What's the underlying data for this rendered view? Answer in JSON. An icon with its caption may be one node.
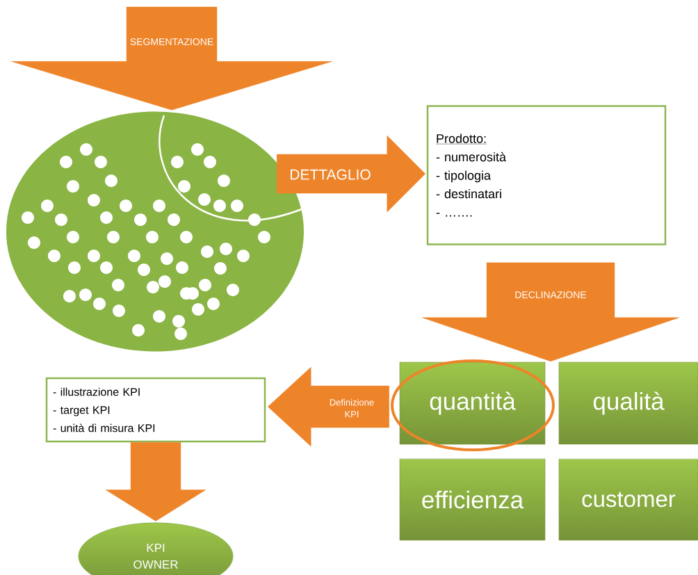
{
  "diagram": {
    "nodes": [
      {
        "text": [],
        "shape": "ellipse"
      },
      {
        "text": [
          "Prodotto:",
          "- numerosità",
          "- tipologia",
          "- destinatari",
          "- ……."
        ]
      },
      {
        "text": [
          "quantità"
        ]
      },
      {
        "text": [
          "qualità"
        ]
      },
      {
        "text": [
          "efficienza"
        ]
      },
      {
        "text": [
          "customer"
        ]
      },
      {
        "text": [
          "- illustrazione  KPI",
          "- target KPI",
          "- unità di misura KPI"
        ]
      },
      {
        "text": [
          "KPI OWNER"
        ]
      }
    ],
    "edges": [
      {
        "from": null,
        "to": 0,
        "arrow": "to",
        "label": "SEGMENTAZIONE"
      },
      {
        "from": 0,
        "to": 1,
        "arrow": "to",
        "label": "DETTAGLIO"
      },
      {
        "from": 1,
        "to": 2,
        "arrow": "to",
        "label": "DECLINAZIONE"
      },
      {
        "from": 2,
        "to": 6,
        "arrow": "to",
        "label": "Definizione KPI"
      },
      {
        "from": 6,
        "to": 7,
        "arrow": "to"
      }
    ]
  }
}
